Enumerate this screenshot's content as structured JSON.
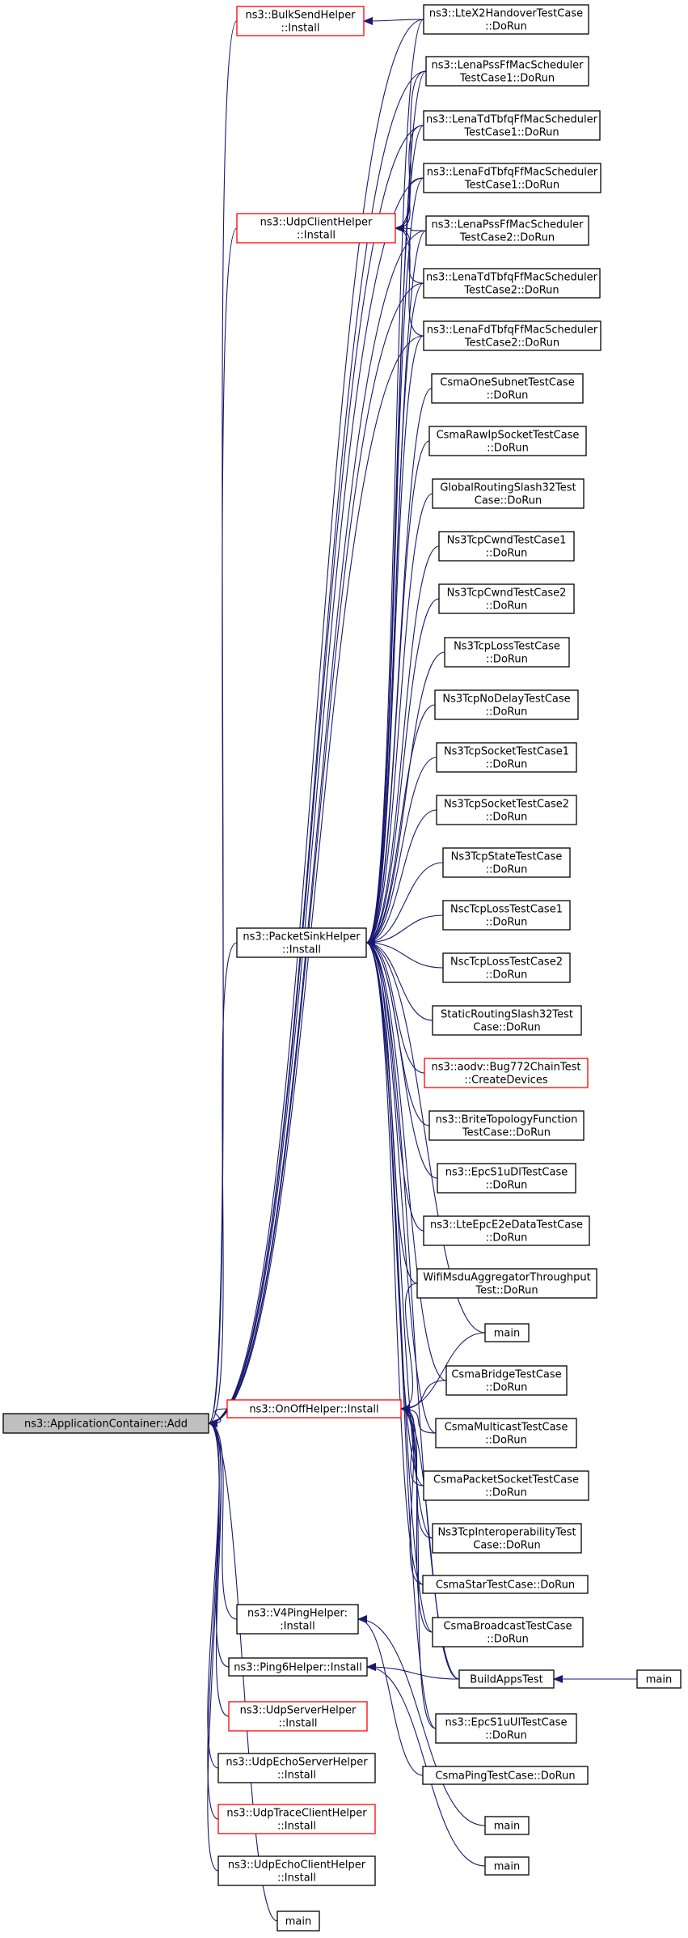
{
  "colors": {
    "edge": "#191970",
    "border_normal": "#000000",
    "border_highlight": "#ff0000",
    "root_fill": "#bfbfbf",
    "node_fill": "#ffffff"
  },
  "nodes": [
    {
      "id": "root",
      "lines": [
        "ns3::ApplicationContainer::Add"
      ],
      "style": "root"
    },
    {
      "id": "bulksend",
      "lines": [
        "ns3::BulkSendHelper",
        "::Install"
      ],
      "style": "red"
    },
    {
      "id": "udpclient",
      "lines": [
        "ns3::UdpClientHelper",
        "::Install"
      ],
      "style": "red"
    },
    {
      "id": "packetsink",
      "lines": [
        "ns3::PacketSinkHelper",
        "::Install"
      ],
      "style": "normal"
    },
    {
      "id": "onoff",
      "lines": [
        "ns3::OnOffHelper::Install"
      ],
      "style": "red"
    },
    {
      "id": "v4ping",
      "lines": [
        "ns3::V4PingHelper:",
        ":Install"
      ],
      "style": "normal"
    },
    {
      "id": "ping6",
      "lines": [
        "ns3::Ping6Helper::Install"
      ],
      "style": "normal"
    },
    {
      "id": "udpserver",
      "lines": [
        "ns3::UdpServerHelper",
        "::Install"
      ],
      "style": "red"
    },
    {
      "id": "udpechoserver",
      "lines": [
        "ns3::UdpEchoServerHelper",
        "::Install"
      ],
      "style": "normal"
    },
    {
      "id": "udptraceclient",
      "lines": [
        "ns3::UdpTraceClientHelper",
        "::Install"
      ],
      "style": "red"
    },
    {
      "id": "udpechoclient",
      "lines": [
        "ns3::UdpEchoClientHelper",
        "::Install"
      ],
      "style": "normal"
    },
    {
      "id": "main_left",
      "lines": [
        "main"
      ],
      "style": "normal"
    },
    {
      "id": "ltex2",
      "lines": [
        "ns3::LteX2HandoverTestCase",
        "::DoRun"
      ],
      "style": "normal"
    },
    {
      "id": "lenapss1",
      "lines": [
        "ns3::LenaPssFfMacScheduler",
        "TestCase1::DoRun"
      ],
      "style": "normal"
    },
    {
      "id": "lenatdtbfq1",
      "lines": [
        "ns3::LenaTdTbfqFfMacScheduler",
        "TestCase1::DoRun"
      ],
      "style": "normal"
    },
    {
      "id": "lenafdtbfq1",
      "lines": [
        "ns3::LenaFdTbfqFfMacScheduler",
        "TestCase1::DoRun"
      ],
      "style": "normal"
    },
    {
      "id": "lenapss2",
      "lines": [
        "ns3::LenaPssFfMacScheduler",
        "TestCase2::DoRun"
      ],
      "style": "normal"
    },
    {
      "id": "lenatdtbfq2",
      "lines": [
        "ns3::LenaTdTbfqFfMacScheduler",
        "TestCase2::DoRun"
      ],
      "style": "normal"
    },
    {
      "id": "lenafdtbfq2",
      "lines": [
        "ns3::LenaFdTbfqFfMacScheduler",
        "TestCase2::DoRun"
      ],
      "style": "normal"
    },
    {
      "id": "csmaonesubnet",
      "lines": [
        "CsmaOneSubnetTestCase",
        "::DoRun"
      ],
      "style": "normal"
    },
    {
      "id": "csmarawip",
      "lines": [
        "CsmaRawIpSocketTestCase",
        "::DoRun"
      ],
      "style": "normal"
    },
    {
      "id": "globalrouting",
      "lines": [
        "GlobalRoutingSlash32Test",
        "Case::DoRun"
      ],
      "style": "normal"
    },
    {
      "id": "tcpcwnd1",
      "lines": [
        "Ns3TcpCwndTestCase1",
        "::DoRun"
      ],
      "style": "normal"
    },
    {
      "id": "tcpcwnd2",
      "lines": [
        "Ns3TcpCwndTestCase2",
        "::DoRun"
      ],
      "style": "normal"
    },
    {
      "id": "tcploss",
      "lines": [
        "Ns3TcpLossTestCase",
        "::DoRun"
      ],
      "style": "normal"
    },
    {
      "id": "tcpnodelay",
      "lines": [
        "Ns3TcpNoDelayTestCase",
        "::DoRun"
      ],
      "style": "normal"
    },
    {
      "id": "tcpsocket1",
      "lines": [
        "Ns3TcpSocketTestCase1",
        "::DoRun"
      ],
      "style": "normal"
    },
    {
      "id": "tcpsocket2",
      "lines": [
        "Ns3TcpSocketTestCase2",
        "::DoRun"
      ],
      "style": "normal"
    },
    {
      "id": "tcpstate",
      "lines": [
        "Ns3TcpStateTestCase",
        "::DoRun"
      ],
      "style": "normal"
    },
    {
      "id": "nsctcploss1",
      "lines": [
        "NscTcpLossTestCase1",
        "::DoRun"
      ],
      "style": "normal"
    },
    {
      "id": "nsctcploss2",
      "lines": [
        "NscTcpLossTestCase2",
        "::DoRun"
      ],
      "style": "normal"
    },
    {
      "id": "staticrouting",
      "lines": [
        "StaticRoutingSlash32Test",
        "Case::DoRun"
      ],
      "style": "normal"
    },
    {
      "id": "aodvbug",
      "lines": [
        "ns3::aodv::Bug772ChainTest",
        "::CreateDevices"
      ],
      "style": "red"
    },
    {
      "id": "brite",
      "lines": [
        "ns3::BriteTopologyFunction",
        "TestCase::DoRun"
      ],
      "style": "normal"
    },
    {
      "id": "epcs1udl",
      "lines": [
        "ns3::EpcS1uDlTestCase",
        "::DoRun"
      ],
      "style": "normal"
    },
    {
      "id": "lteepce2e",
      "lines": [
        "ns3::LteEpcE2eDataTestCase",
        "::DoRun"
      ],
      "style": "normal"
    },
    {
      "id": "wifimsdu",
      "lines": [
        "WifiMsduAggregatorThroughput",
        "Test::DoRun"
      ],
      "style": "normal"
    },
    {
      "id": "main_mid",
      "lines": [
        "main"
      ],
      "style": "normal"
    },
    {
      "id": "csmabridge",
      "lines": [
        "CsmaBridgeTestCase",
        "::DoRun"
      ],
      "style": "normal"
    },
    {
      "id": "csmamulticast",
      "lines": [
        "CsmaMulticastTestCase",
        "::DoRun"
      ],
      "style": "normal"
    },
    {
      "id": "csmapacketsocket",
      "lines": [
        "CsmaPacketSocketTestCase",
        "::DoRun"
      ],
      "style": "normal"
    },
    {
      "id": "tcpinterop",
      "lines": [
        "Ns3TcpInteroperabilityTest",
        "Case::DoRun"
      ],
      "style": "normal"
    },
    {
      "id": "csmastar",
      "lines": [
        "CsmaStarTestCase::DoRun"
      ],
      "style": "normal"
    },
    {
      "id": "csmabroadcast",
      "lines": [
        "CsmaBroadcastTestCase",
        "::DoRun"
      ],
      "style": "normal"
    },
    {
      "id": "buildapps",
      "lines": [
        "BuildAppsTest"
      ],
      "style": "normal"
    },
    {
      "id": "main_right",
      "lines": [
        "main"
      ],
      "style": "normal"
    },
    {
      "id": "epcs1uul",
      "lines": [
        "ns3::EpcS1uUlTestCase",
        "::DoRun"
      ],
      "style": "normal"
    },
    {
      "id": "csmaping",
      "lines": [
        "CsmaPingTestCase::DoRun"
      ],
      "style": "normal"
    },
    {
      "id": "main_b1",
      "lines": [
        "main"
      ],
      "style": "normal"
    },
    {
      "id": "main_b2",
      "lines": [
        "main"
      ],
      "style": "normal"
    }
  ],
  "edges": [
    [
      "ltex2",
      "bulksend"
    ],
    [
      "bulksend",
      "root"
    ],
    [
      "udpclient",
      "root"
    ],
    [
      "packetsink",
      "root"
    ],
    [
      "onoff",
      "root"
    ],
    [
      "v4ping",
      "root"
    ],
    [
      "ping6",
      "root"
    ],
    [
      "udpserver",
      "root"
    ],
    [
      "udpechoserver",
      "root"
    ],
    [
      "udptraceclient",
      "root"
    ],
    [
      "udpechoclient",
      "root"
    ],
    [
      "main_left",
      "root"
    ],
    [
      "ltex2",
      "root"
    ],
    [
      "lenapss1",
      "root"
    ],
    [
      "lenatdtbfq1",
      "root"
    ],
    [
      "lenafdtbfq1",
      "root"
    ],
    [
      "lenapss2",
      "root"
    ],
    [
      "lenatdtbfq2",
      "root"
    ],
    [
      "lenafdtbfq2",
      "root"
    ],
    [
      "lenapss1",
      "udpclient"
    ],
    [
      "lenatdtbfq1",
      "udpclient"
    ],
    [
      "lenafdtbfq1",
      "udpclient"
    ],
    [
      "lenapss2",
      "udpclient"
    ],
    [
      "lenatdtbfq2",
      "udpclient"
    ],
    [
      "lenafdtbfq2",
      "udpclient"
    ],
    [
      "ltex2",
      "packetsink"
    ],
    [
      "lenapss1",
      "packetsink"
    ],
    [
      "lenatdtbfq1",
      "packetsink"
    ],
    [
      "lenafdtbfq1",
      "packetsink"
    ],
    [
      "lenapss2",
      "packetsink"
    ],
    [
      "lenatdtbfq2",
      "packetsink"
    ],
    [
      "lenafdtbfq2",
      "packetsink"
    ],
    [
      "csmaonesubnet",
      "packetsink"
    ],
    [
      "csmarawip",
      "packetsink"
    ],
    [
      "globalrouting",
      "packetsink"
    ],
    [
      "tcpcwnd1",
      "packetsink"
    ],
    [
      "tcpcwnd2",
      "packetsink"
    ],
    [
      "tcploss",
      "packetsink"
    ],
    [
      "tcpnodelay",
      "packetsink"
    ],
    [
      "tcpsocket1",
      "packetsink"
    ],
    [
      "tcpsocket2",
      "packetsink"
    ],
    [
      "tcpstate",
      "packetsink"
    ],
    [
      "nsctcploss1",
      "packetsink"
    ],
    [
      "nsctcploss2",
      "packetsink"
    ],
    [
      "staticrouting",
      "packetsink"
    ],
    [
      "aodvbug",
      "packetsink"
    ],
    [
      "brite",
      "packetsink"
    ],
    [
      "epcs1udl",
      "packetsink"
    ],
    [
      "lteepce2e",
      "packetsink"
    ],
    [
      "wifimsdu",
      "packetsink"
    ],
    [
      "main_mid",
      "packetsink"
    ],
    [
      "csmabridge",
      "packetsink"
    ],
    [
      "csmamulticast",
      "packetsink"
    ],
    [
      "csmapacketsocket",
      "packetsink"
    ],
    [
      "tcpinterop",
      "packetsink"
    ],
    [
      "csmastar",
      "packetsink"
    ],
    [
      "csmabroadcast",
      "packetsink"
    ],
    [
      "buildapps",
      "packetsink"
    ],
    [
      "epcs1uul",
      "packetsink"
    ],
    [
      "main_mid",
      "onoff"
    ],
    [
      "csmabridge",
      "onoff"
    ],
    [
      "csmamulticast",
      "onoff"
    ],
    [
      "csmapacketsocket",
      "onoff"
    ],
    [
      "tcpinterop",
      "onoff"
    ],
    [
      "csmastar",
      "onoff"
    ],
    [
      "csmabroadcast",
      "onoff"
    ],
    [
      "buildapps",
      "onoff"
    ],
    [
      "epcs1uul",
      "onoff"
    ],
    [
      "wifimsdu",
      "onoff"
    ],
    [
      "csmaping",
      "v4ping"
    ],
    [
      "main_b1",
      "v4ping"
    ],
    [
      "buildapps",
      "ping6"
    ],
    [
      "main_b2",
      "ping6"
    ],
    [
      "main_right",
      "buildapps"
    ]
  ]
}
